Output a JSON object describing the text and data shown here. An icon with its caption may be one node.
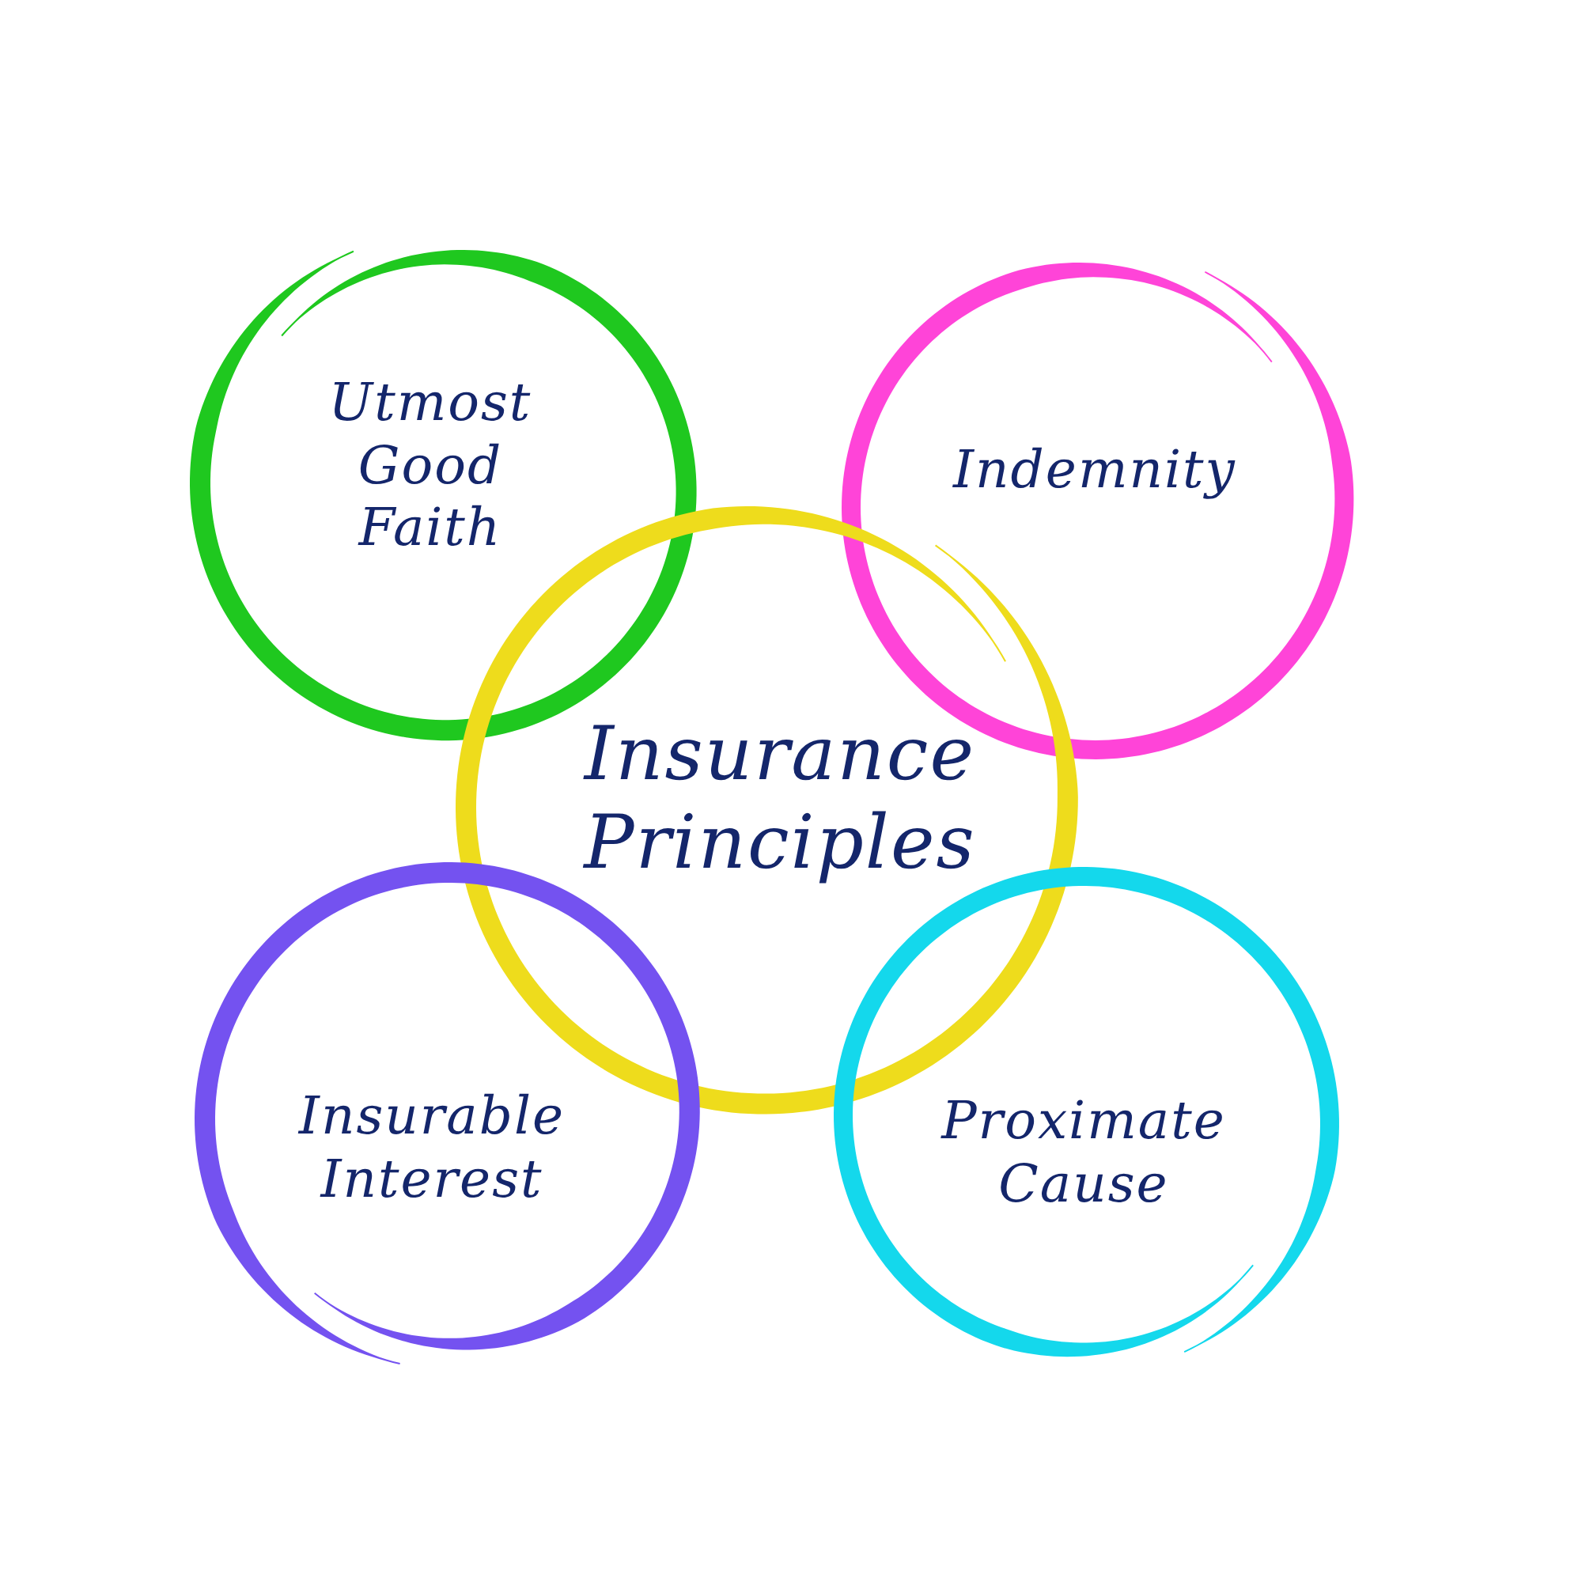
{
  "diagram": {
    "nodes": [
      {
        "text": [
          "Utmost Good Faith"
        ]
      },
      {
        "text": [
          "Indemnity"
        ]
      },
      {
        "text": [
          "Insurance Principles"
        ]
      },
      {
        "text": [
          "Insurable Interest"
        ]
      },
      {
        "text": [
          "Proximate Cause"
        ]
      }
    ]
  }
}
